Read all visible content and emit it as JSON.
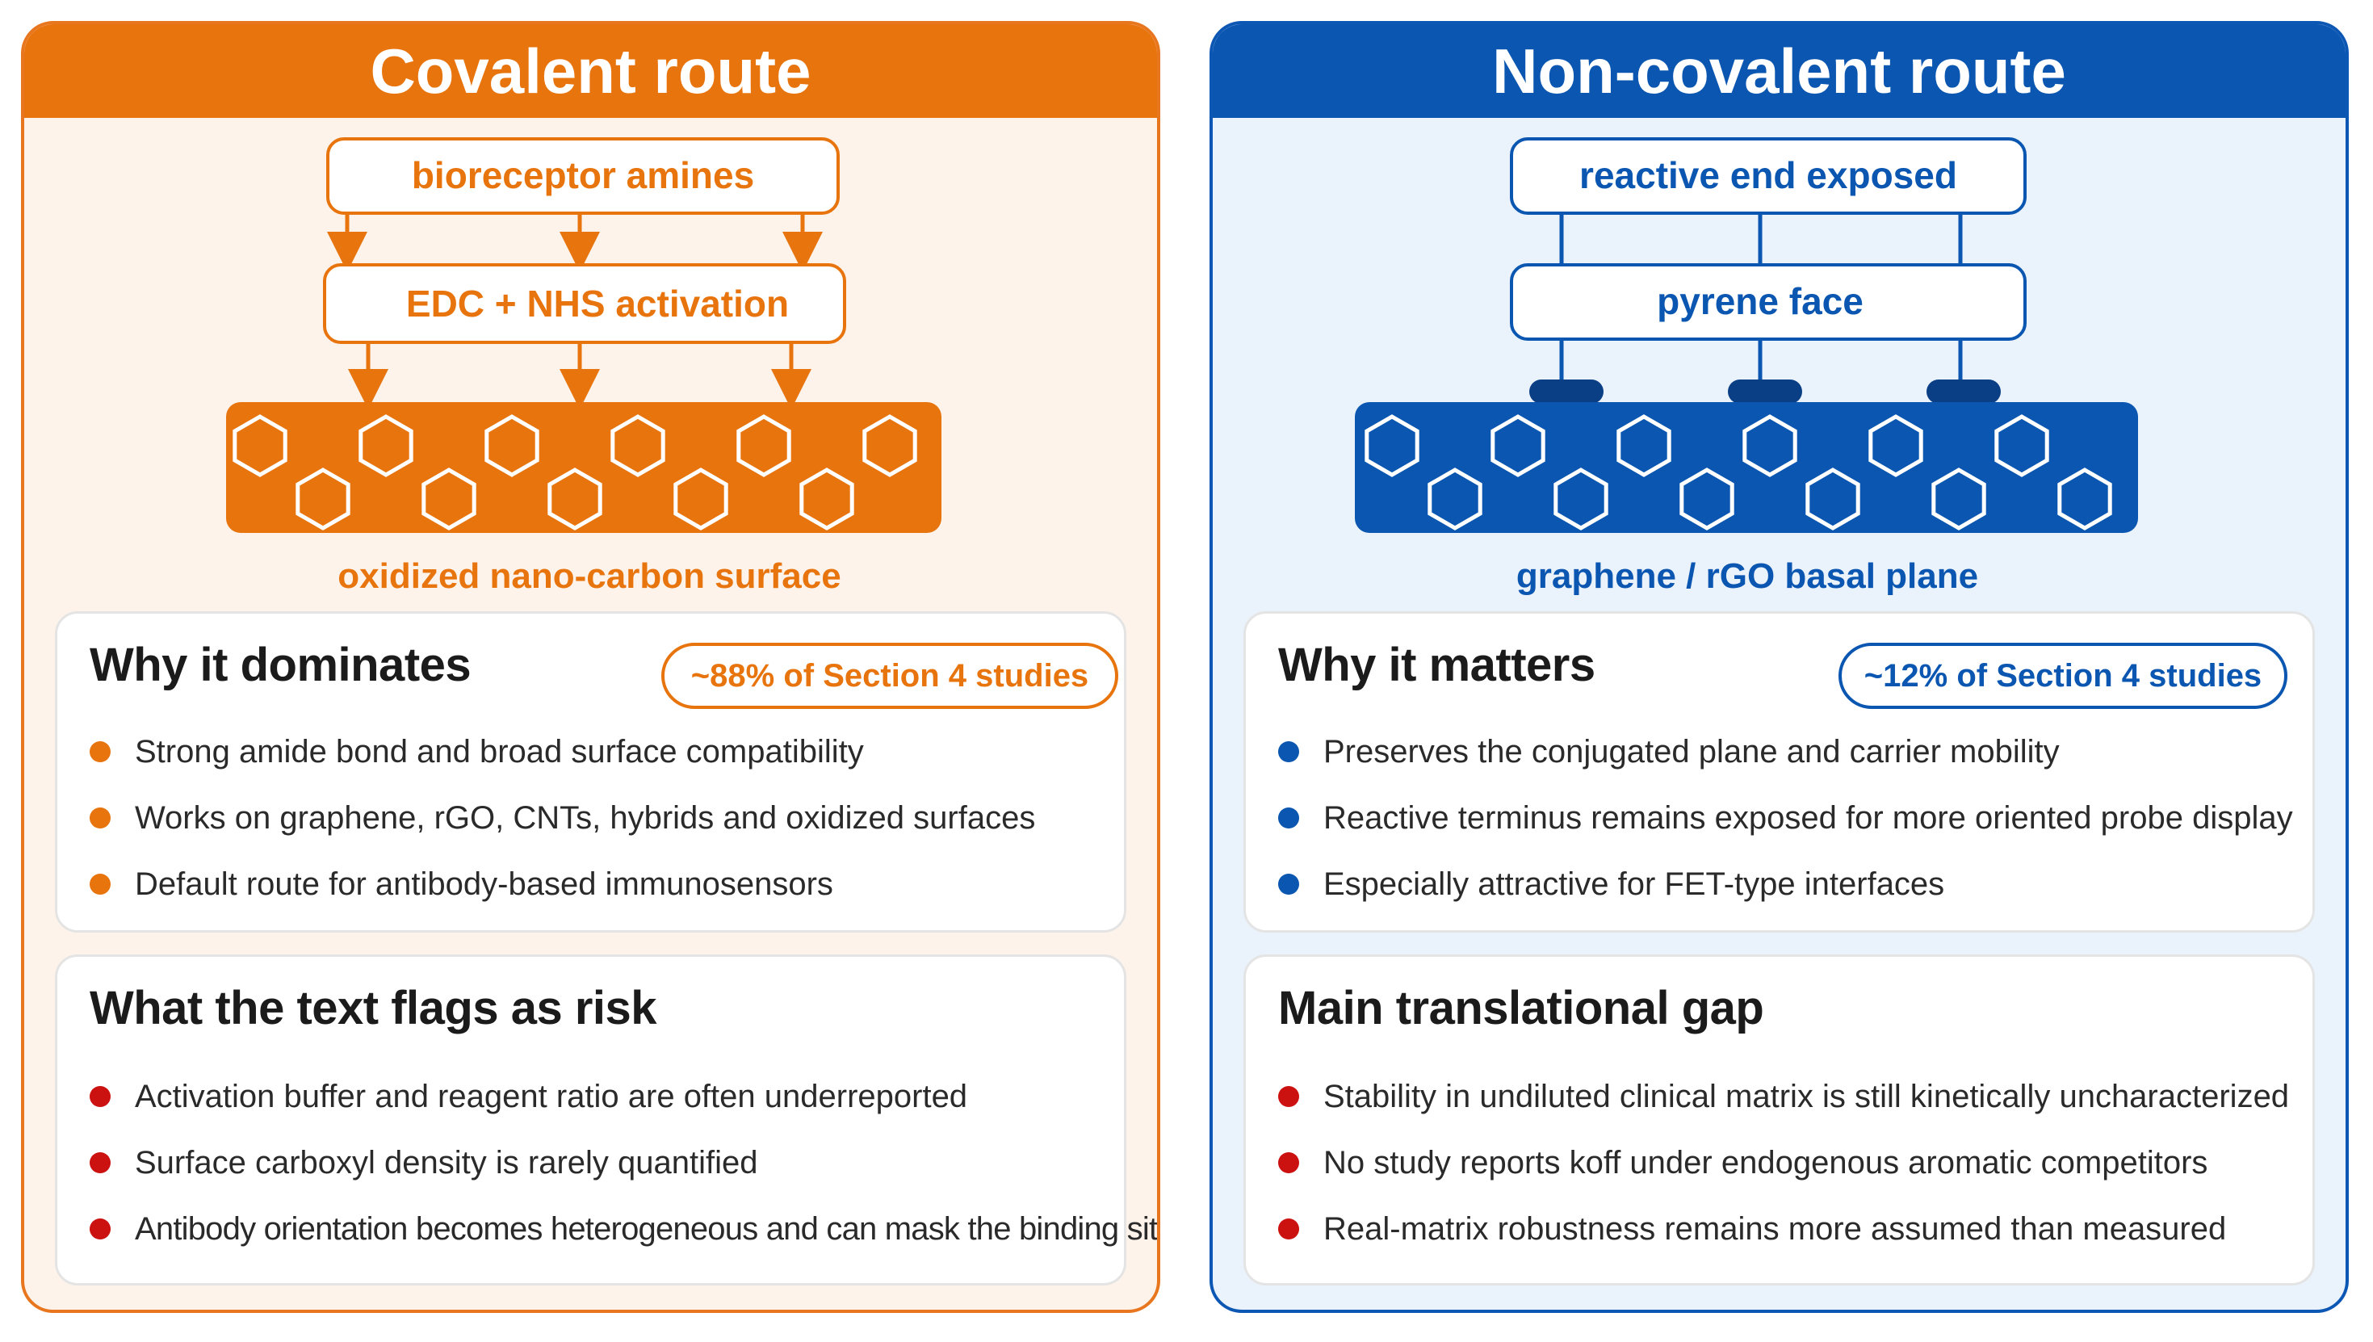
{
  "colors": {
    "covalent_accent": "#e8740e",
    "noncovalent_accent": "#0a56b0",
    "risk_bullet": "#cc1111"
  },
  "covalent": {
    "title": "Covalent route",
    "flow": {
      "top_box": "bioreceptor amines",
      "middle_box": "EDC + NHS activation",
      "surface_label": "oxidized nano-carbon surface"
    },
    "dominates": {
      "title": "Why it dominates",
      "badge": "~88% of Section 4 studies",
      "items": [
        "Strong amide bond and broad surface compatibility",
        "Works on graphene, rGO, CNTs, hybrids and oxidized surfaces",
        "Default route for antibody-based immunosensors"
      ]
    },
    "risk": {
      "title": "What the text flags as risk",
      "items": [
        "Activation buffer and reagent ratio are often underreported",
        "Surface carboxyl density is rarely quantified",
        "Antibody orientation becomes heterogeneous and can mask the binding site"
      ]
    }
  },
  "noncovalent": {
    "title": "Non-covalent route",
    "flow": {
      "top_box": "reactive end exposed",
      "middle_box": "pyrene face",
      "surface_label": "graphene / rGO basal plane"
    },
    "matters": {
      "title": "Why it matters",
      "badge": "~12% of Section 4 studies",
      "items": [
        "Preserves the conjugated plane and carrier mobility",
        "Reactive terminus remains exposed for more oriented probe display",
        "Especially attractive for FET-type interfaces"
      ]
    },
    "gap": {
      "title": "Main translational gap",
      "items": [
        "Stability in undiluted clinical matrix is still kinetically uncharacterized",
        "No study reports koff under endogenous aromatic competitors",
        "Real-matrix robustness remains more assumed than measured"
      ]
    }
  }
}
